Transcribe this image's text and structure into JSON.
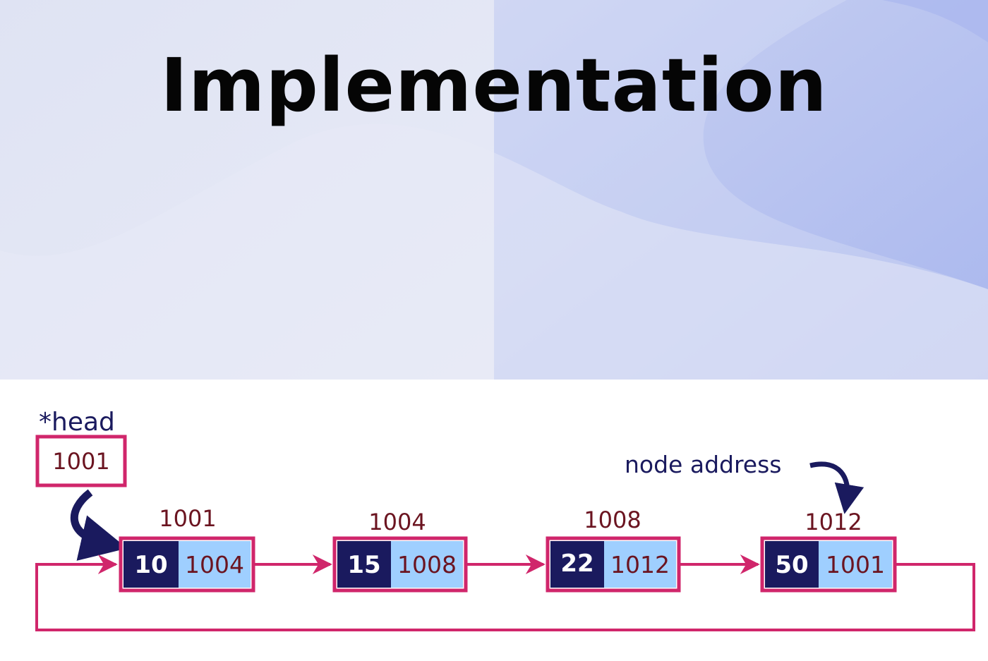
{
  "title": "Implementation",
  "diagram": {
    "head_label": "*head",
    "head_value": "1001",
    "node_address_label": "node address",
    "nodes": [
      {
        "address": "1001",
        "data": "10",
        "next": "1004"
      },
      {
        "address": "1004",
        "data": "15",
        "next": "1008"
      },
      {
        "address": "1008",
        "data": "22",
        "next": "1012"
      },
      {
        "address": "1012",
        "data": "50",
        "next": "1001"
      }
    ]
  },
  "colors": {
    "border": "#d0266b",
    "data_cell": "#1a1a5e",
    "pointer_cell": "#9fcfff",
    "address_text": "#6b1420",
    "label_text": "#1a1a5e",
    "banner_left": "#e6e8f5",
    "banner_right": "#b0bdef"
  }
}
